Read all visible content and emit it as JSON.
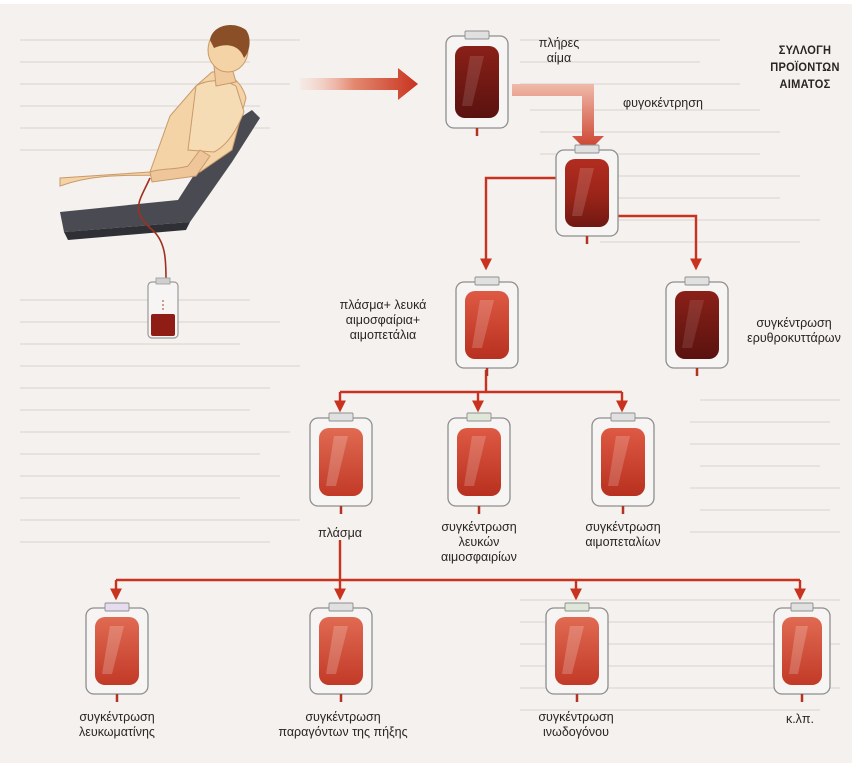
{
  "title": [
    "ΣΥΛΛΟΓΗ",
    "ΠΡΟΪΟΝΤΩΝ",
    "ΑΙΜΑΤΟΣ"
  ],
  "labels": {
    "whole_blood": [
      "πλήρες",
      "αίμα"
    ],
    "centrifugation": "φυγοκέντρηση",
    "plasma_wbc_plt": [
      "πλάσμα+ λευκά",
      "αιμοσφαίρια+",
      "αιμοπετάλια"
    ],
    "rbc_concentrate": [
      "συγκέντρωση",
      "ερυθροκυττάρων"
    ],
    "plasma": "πλάσμα",
    "wbc_concentrate": [
      "συγκέντρωση",
      "λευκών",
      "αιμοσφαιρίων"
    ],
    "platelet_concentrate": [
      "συγκέντρωση",
      "αιμοπεταλίων"
    ],
    "albumin": [
      "συγκέντρωση",
      "λευκωματίνης"
    ],
    "clotting_factors": [
      "συγκέντρωση",
      "παραγόντων της πήξης"
    ],
    "fibrinogen": [
      "συγκέντρωση",
      "ινωδογόνου"
    ],
    "etc": "κ.λπ."
  },
  "colors": {
    "arrow": "#c8321e",
    "bag_dark": "#6e1713",
    "bag_light": "#c94432",
    "bag_frame": "#9a9a9a",
    "skin": "#f4d3a6",
    "hair": "#8a4f26",
    "chair": "#4a4a52"
  },
  "icons": [
    "donor-figure",
    "reclining-chair",
    "collection-tube",
    "blood-bag-icon",
    "flow-arrow-icon"
  ]
}
